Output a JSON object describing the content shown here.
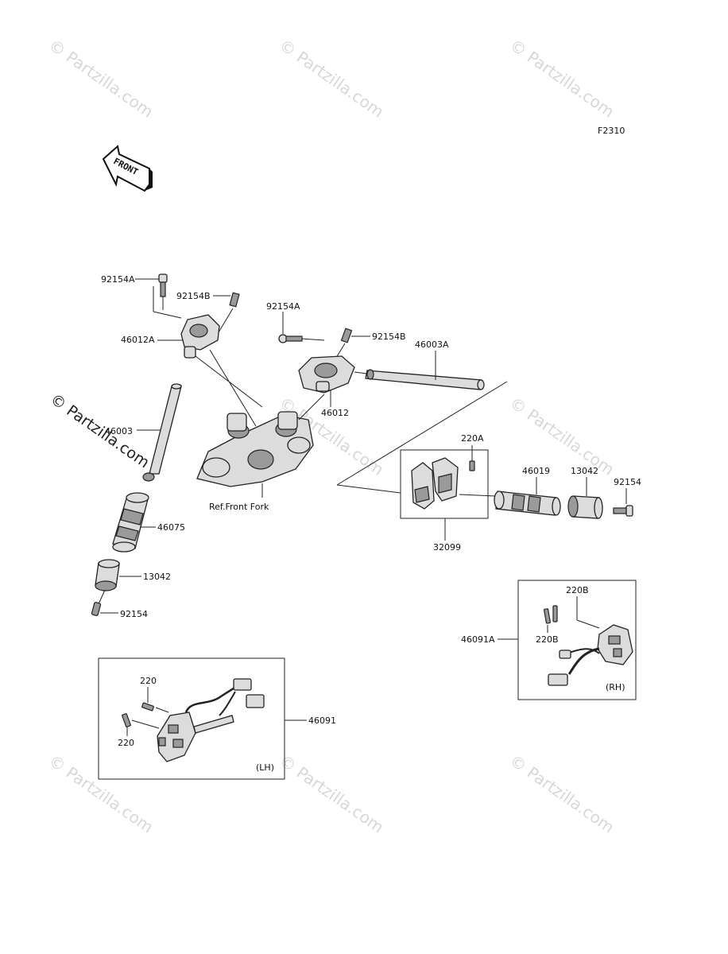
{
  "figure_code": "F2310",
  "front_badge": "FRONT",
  "watermark": "© Partzilla.com",
  "ref_label": "Ref.Front Fork",
  "box_lh": "(LH)",
  "box_rh": "(RH)",
  "callouts": {
    "p92154A_left": "92154A",
    "p92154B_left": "92154B",
    "p46012A": "46012A",
    "p46003": "46003",
    "p46075": "46075",
    "p13042_left": "13042",
    "p92154_left": "92154",
    "p92154A_mid": "92154A",
    "p92154B_mid": "92154B",
    "p46012": "46012",
    "p46003A": "46003A",
    "p220A": "220A",
    "p46019": "46019",
    "p13042_right": "13042",
    "p92154_right": "92154",
    "p32099": "32099",
    "p220B_top": "220B",
    "p220B_bot": "220B",
    "p46091A": "46091A",
    "p220D": "220",
    "p220": "220",
    "p46091": "46091"
  }
}
